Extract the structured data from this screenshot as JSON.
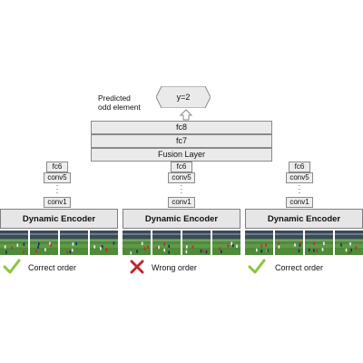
{
  "predicted_label": "Predicted\nodd element",
  "output": "y=2",
  "top_layers": {
    "fc8": "fc8",
    "fc7": "fc7",
    "fusion": "Fusion Layer"
  },
  "branches": [
    {
      "fc6": "fc6",
      "conv5": "conv5",
      "conv1": "conv1",
      "encoder": "Dynamic Encoder",
      "result": "Correct order",
      "status": "correct"
    },
    {
      "fc6": "fc6",
      "conv5": "conv5",
      "conv1": "conv1",
      "encoder": "Dynamic Encoder",
      "result": "Wrong order",
      "status": "wrong"
    },
    {
      "fc6": "fc6",
      "conv5": "conv5",
      "conv1": "conv1",
      "encoder": "Dynamic Encoder",
      "result": "Correct order",
      "status": "correct"
    }
  ],
  "colors": {
    "check": "#8cc63f",
    "cross": "#c0272d",
    "box_fill": "#eaeaea",
    "box_border": "#8a8a8a"
  },
  "icons": {
    "correct": "check-icon",
    "wrong": "cross-icon",
    "up_arrow": "up-arrow-icon"
  }
}
